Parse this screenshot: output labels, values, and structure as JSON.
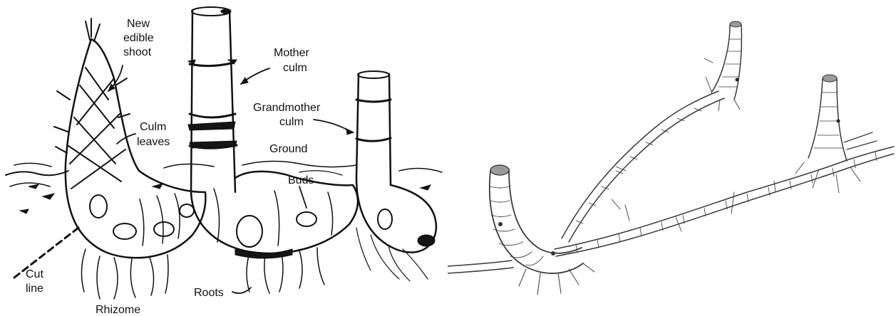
{
  "left_diagram": {
    "labels": {
      "new_edible_shoot": [
        "New",
        "edible",
        "shoot"
      ],
      "mother_culm": [
        "Mother",
        "culm"
      ],
      "grandmother_culm": [
        "Grandmother",
        "culm"
      ],
      "culm_leaves": [
        "Culm",
        "leaves"
      ],
      "ground": "Ground",
      "buds": "Buds",
      "cut_line": [
        "Cut",
        "line"
      ],
      "rhizome": "Rhizome",
      "roots": "Roots"
    }
  },
  "right_diagram": {}
}
